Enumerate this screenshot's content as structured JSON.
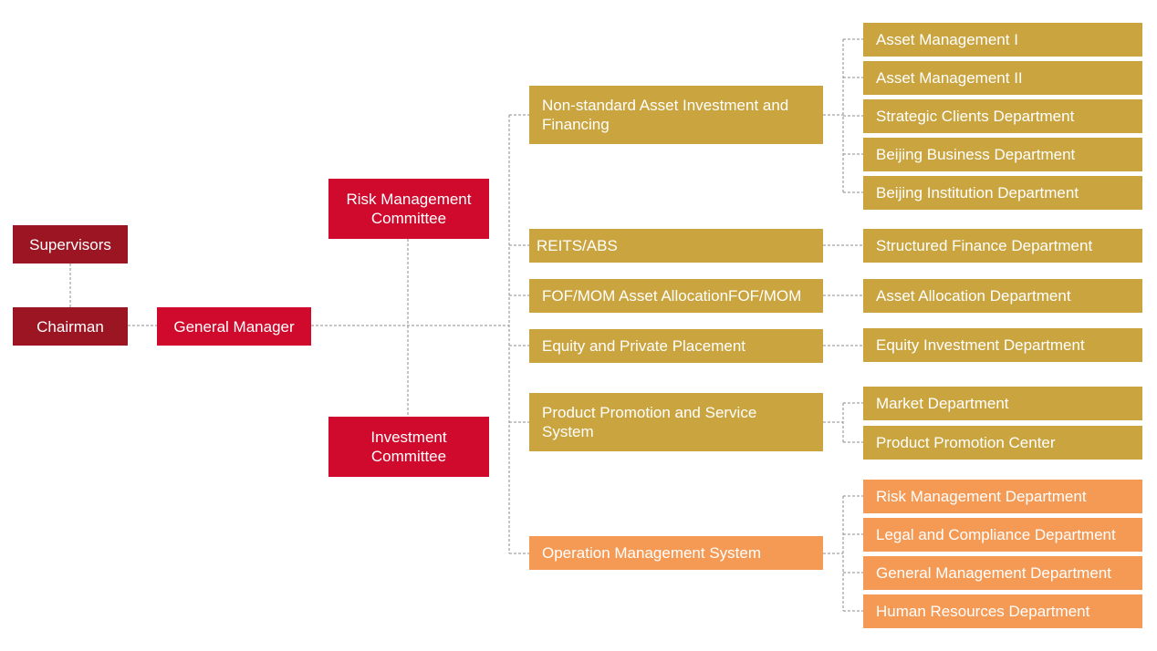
{
  "org_chart": {
    "leadership": {
      "supervisors": "Supervisors",
      "chairman": "Chairman",
      "general_manager": "General Manager"
    },
    "committees": {
      "risk_management": "Risk Management Committee",
      "investment": "Investment Committee"
    },
    "divisions": [
      {
        "label": "Non-standard Asset Investment and Financing",
        "color": "#c9a43f",
        "departments": [
          "Asset Management I",
          "Asset Management II",
          "Strategic Clients Department",
          "Beijing Business Department",
          "Beijing Institution Department"
        ]
      },
      {
        "label": "REITS/ABS",
        "color": "#c9a43f",
        "departments": [
          "Structured Finance Department"
        ]
      },
      {
        "label": "FOF/MOM Asset AllocationFOF/MOM",
        "color": "#c9a43f",
        "departments": [
          "Asset Allocation Department"
        ]
      },
      {
        "label": "Equity and Private Placement",
        "color": "#c9a43f",
        "departments": [
          "Equity Investment Department"
        ]
      },
      {
        "label": "Product Promotion and Service System",
        "color": "#c9a43f",
        "departments": [
          "Market Department",
          "Product Promotion Center"
        ]
      },
      {
        "label": "Operation Management System",
        "color": "#f59a55",
        "departments": [
          "Risk Management Department",
          "Legal and Compliance Department",
          "General Management Department",
          "Human Resources Department"
        ]
      }
    ],
    "colors": {
      "leadership": "#9b1522",
      "management": "#cf0a2c",
      "business": "#c9a43f",
      "operations": "#f59a55",
      "connector": "#8c8c8c"
    }
  }
}
